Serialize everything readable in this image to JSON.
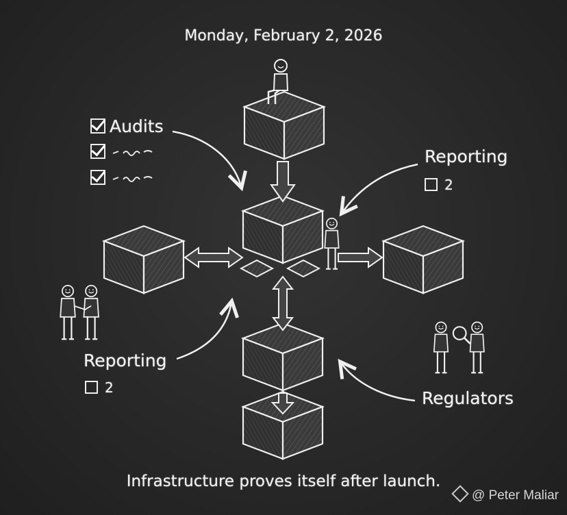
{
  "header": {
    "date": "Monday, February 2, 2026"
  },
  "checklist": {
    "title": "Audits",
    "items": [
      {
        "checked": true,
        "label": "Audits"
      },
      {
        "checked": true,
        "label": ""
      },
      {
        "checked": true,
        "label": ""
      }
    ]
  },
  "reporting_right": {
    "label": "Reporting",
    "count_text": "2"
  },
  "reporting_left": {
    "label": "Reporting",
    "count_text": "2"
  },
  "regulators": {
    "label": "Regulators"
  },
  "caption": "Infrastructure proves itself after launch.",
  "watermark": {
    "text": "@ Peter Maliar",
    "icon": "binance-logo-icon"
  },
  "colors": {
    "board": "#2a2a2a",
    "chalk": "#f2f2f2",
    "box_fill": "#3a3a3a"
  }
}
